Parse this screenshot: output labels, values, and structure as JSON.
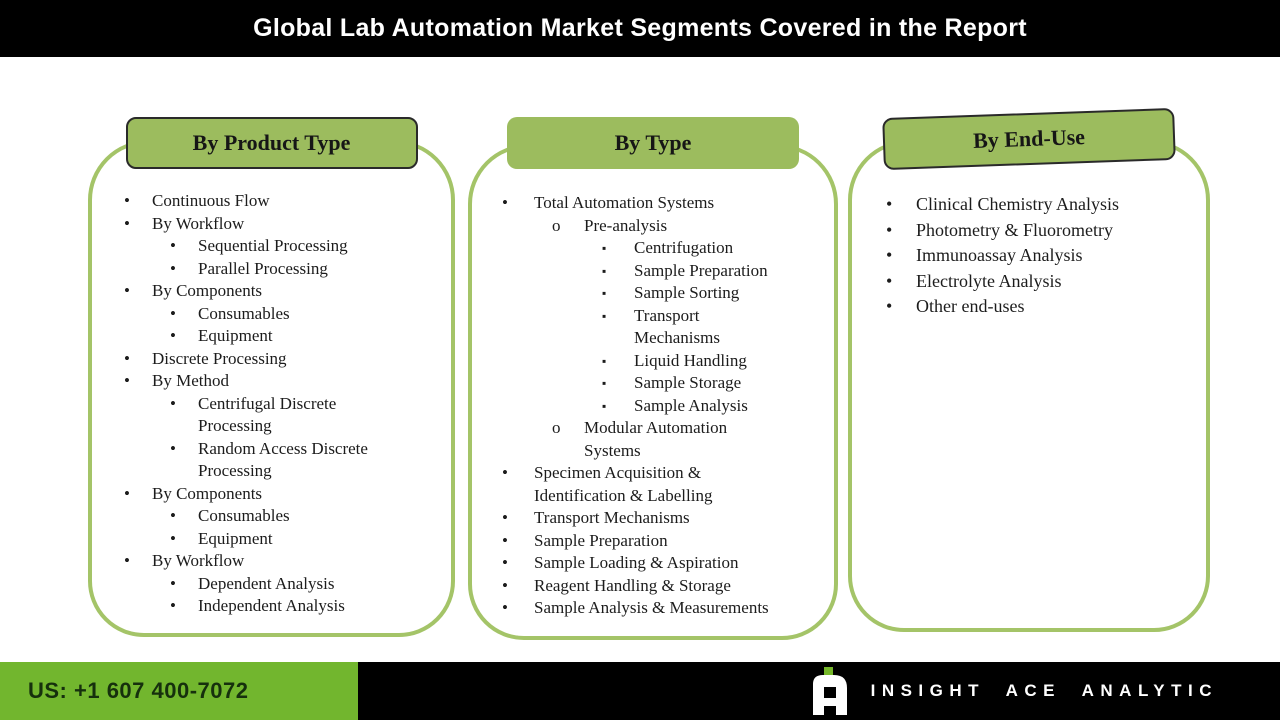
{
  "title": "Global Lab Automation Market Segments Covered in the Report",
  "colors": {
    "header_fill": "#9cbc5e",
    "panel_outline": "#a4c468",
    "footer_green": "#72b62e",
    "logo_green": "#76b82a",
    "title_bar": "#000000",
    "title_text": "#ffffff"
  },
  "columns": [
    {
      "header": "By Product Type",
      "header_bordered": true,
      "items": [
        {
          "level": 1,
          "marker": "•",
          "text": "Continuous Flow"
        },
        {
          "level": 1,
          "marker": "•",
          "text": "By Workflow"
        },
        {
          "level": 2,
          "marker": "•",
          "text": "Sequential Processing"
        },
        {
          "level": 2,
          "marker": "•",
          "text": "Parallel Processing"
        },
        {
          "level": 1,
          "marker": "•",
          "text": "By Components"
        },
        {
          "level": 2,
          "marker": "•",
          "text": "Consumables"
        },
        {
          "level": 2,
          "marker": "•",
          "text": "Equipment"
        },
        {
          "level": 1,
          "marker": "•",
          "text": "Discrete Processing"
        },
        {
          "level": 1,
          "marker": "•",
          "text": "By Method"
        },
        {
          "level": 2,
          "marker": "•",
          "text": "Centrifugal Discrete\nProcessing"
        },
        {
          "level": 2,
          "marker": "•",
          "text": "Random Access Discrete\nProcessing"
        },
        {
          "level": 1,
          "marker": "•",
          "text": "By Components"
        },
        {
          "level": 2,
          "marker": "•",
          "text": "Consumables"
        },
        {
          "level": 2,
          "marker": "•",
          "text": "Equipment"
        },
        {
          "level": 1,
          "marker": "•",
          "text": "By Workflow"
        },
        {
          "level": 2,
          "marker": "•",
          "text": "Dependent Analysis"
        },
        {
          "level": 2,
          "marker": "•",
          "text": "Independent Analysis"
        }
      ]
    },
    {
      "header": "By Type",
      "header_bordered": false,
      "items": [
        {
          "level": 1,
          "marker": "•",
          "text": "Total Automation Systems"
        },
        {
          "level": 2,
          "marker": "o",
          "text": "Pre-analysis"
        },
        {
          "level": 3,
          "marker": "▪",
          "text": "Centrifugation"
        },
        {
          "level": 3,
          "marker": "▪",
          "text": "Sample Preparation"
        },
        {
          "level": 3,
          "marker": "▪",
          "text": "Sample Sorting"
        },
        {
          "level": 3,
          "marker": "▪",
          "text": "Transport\nMechanisms"
        },
        {
          "level": 3,
          "marker": "▪",
          "text": "Liquid Handling"
        },
        {
          "level": 3,
          "marker": "▪",
          "text": "Sample Storage"
        },
        {
          "level": 3,
          "marker": "▪",
          "text": "Sample Analysis"
        },
        {
          "level": 2,
          "marker": "o",
          "text": "Modular Automation\nSystems"
        },
        {
          "level": 1,
          "marker": "•",
          "text": "Specimen Acquisition &\nIdentification & Labelling"
        },
        {
          "level": 1,
          "marker": "•",
          "text": "Transport Mechanisms"
        },
        {
          "level": 1,
          "marker": "•",
          "text": "Sample Preparation"
        },
        {
          "level": 1,
          "marker": "•",
          "text": "Sample Loading & Aspiration"
        },
        {
          "level": 1,
          "marker": "•",
          "text": "Reagent Handling & Storage"
        },
        {
          "level": 1,
          "marker": "•",
          "text": "Sample Analysis & Measurements"
        }
      ]
    },
    {
      "header": "By End-Use",
      "header_bordered": true,
      "items": [
        {
          "level": 1,
          "marker": "•",
          "text": "Clinical Chemistry Analysis"
        },
        {
          "level": 1,
          "marker": "•",
          "text": "Photometry & Fluorometry"
        },
        {
          "level": 1,
          "marker": "•",
          "text": "Immunoassay Analysis"
        },
        {
          "level": 1,
          "marker": "•",
          "text": "Electrolyte Analysis"
        },
        {
          "level": 1,
          "marker": "•",
          "text": "Other end-uses"
        }
      ]
    }
  ],
  "footer": {
    "phone": "US: +1 607 400-7072",
    "brand": "INSIGHT ACE ANALYTIC"
  }
}
